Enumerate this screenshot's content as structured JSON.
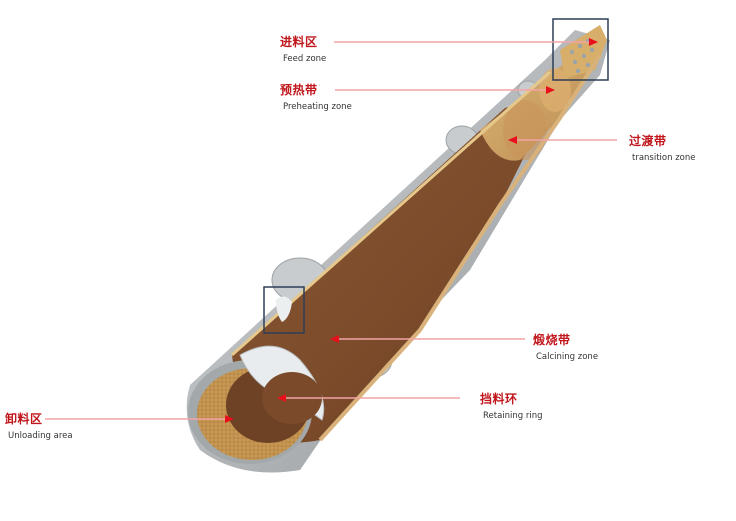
{
  "diagram": {
    "subject": "Rotary kiln cutaway",
    "accent_color": "#c0161c",
    "leader_color": "#f2a3a6",
    "arrow_color": "#e8101a",
    "highlight_box_color": "#2c3e56",
    "labels": [
      {
        "id": "feed",
        "cn": "进料区",
        "en": "Feed zone"
      },
      {
        "id": "preheat",
        "cn": "预热带",
        "en": "Preheating zone"
      },
      {
        "id": "transition",
        "cn": "过渡带",
        "en": "transition zone"
      },
      {
        "id": "calcining",
        "cn": "煅烧带",
        "en": "Calcining zone"
      },
      {
        "id": "retaining",
        "cn": "挡料环",
        "en": "Retaining ring"
      },
      {
        "id": "unloading",
        "cn": "卸料区",
        "en": "Unloading area"
      }
    ]
  }
}
